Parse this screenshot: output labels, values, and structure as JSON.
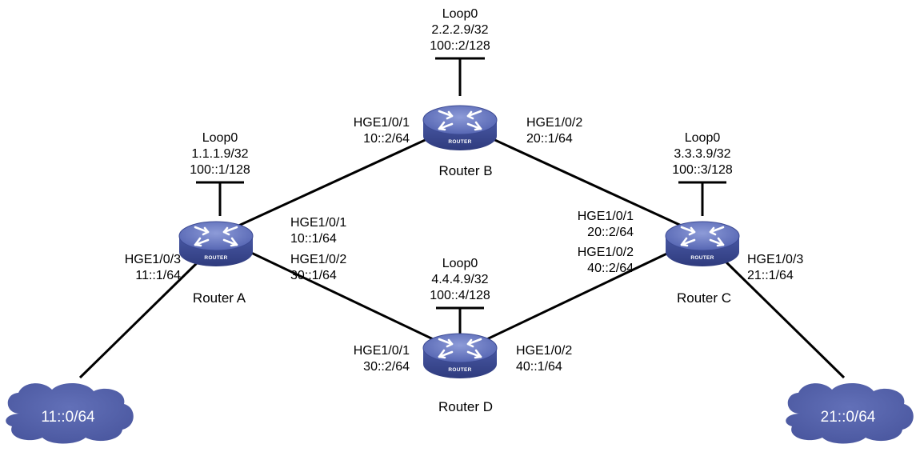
{
  "routers": {
    "a": {
      "name": "Router A",
      "tag": "ROUTER",
      "loop_name": "Loop0",
      "loop_ipv4": "1.1.1.9/32",
      "loop_ipv6": "100::1/128",
      "if_up_name": "HGE1/0/1",
      "if_up_addr": "10::1/64",
      "if_down_name": "HGE1/0/2",
      "if_down_addr": "30::1/64",
      "if_host_name": "HGE1/0/3",
      "if_host_addr": "11::1/64"
    },
    "b": {
      "name": "Router B",
      "tag": "ROUTER",
      "loop_name": "Loop0",
      "loop_ipv4": "2.2.2.9/32",
      "loop_ipv6": "100::2/128",
      "if_left_name": "HGE1/0/1",
      "if_left_addr": "10::2/64",
      "if_right_name": "HGE1/0/2",
      "if_right_addr": "20::1/64"
    },
    "c": {
      "name": "Router C",
      "tag": "ROUTER",
      "loop_name": "Loop0",
      "loop_ipv4": "3.3.3.9/32",
      "loop_ipv6": "100::3/128",
      "if_up_name": "HGE1/0/1",
      "if_up_addr": "20::2/64",
      "if_down_name": "HGE1/0/2",
      "if_down_addr": "40::2/64",
      "if_host_name": "HGE1/0/3",
      "if_host_addr": "21::1/64"
    },
    "d": {
      "name": "Router D",
      "tag": "ROUTER",
      "loop_name": "Loop0",
      "loop_ipv4": "4.4.4.9/32",
      "loop_ipv6": "100::4/128",
      "if_left_name": "HGE1/0/1",
      "if_left_addr": "30::2/64",
      "if_right_name": "HGE1/0/2",
      "if_right_addr": "40::1/64"
    }
  },
  "networks": {
    "left": {
      "label": "11::0/64"
    },
    "right": {
      "label": "21::0/64"
    }
  },
  "colors": {
    "router_body": "#4a5aa6",
    "router_top": "#6f80c6",
    "cloud": "#5361a8",
    "link": "#000000"
  },
  "icons": {
    "router": "router-icon",
    "cloud": "cloud-icon"
  }
}
